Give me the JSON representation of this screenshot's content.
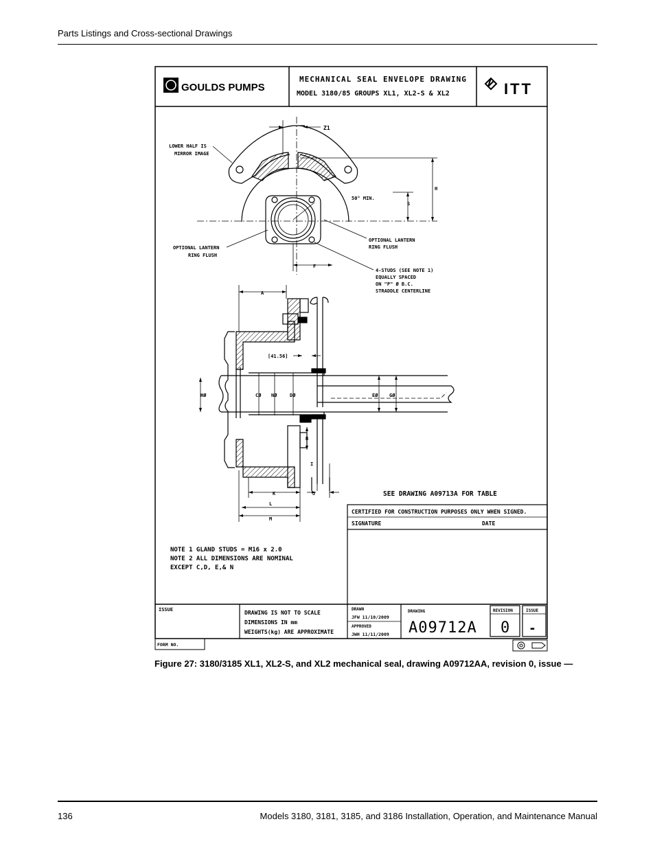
{
  "page_header": "Parts Listings and Cross-sectional Drawings",
  "page_footer": {
    "page_number": "136",
    "manual_title": "Models 3180, 3181, 3185, and 3186 Installation, Operation, and Maintenance Manual"
  },
  "caption": "Figure 27: 3180/3185 XL1, XL2-S, and XL2 mechanical seal, drawing A09712AA, revision 0, issue —",
  "drawing": {
    "title_block": {
      "company": "GOULDS PUMPS",
      "title_line1": "MECHANICAL SEAL ENVELOPE DRAWING",
      "title_line2": "MODEL 3180/85 GROUPS XL1, XL2-S & XL2",
      "brand": "ITT"
    },
    "labels": {
      "lower_half": "LOWER HALF IS",
      "mirror": "MIRROR IMAGE",
      "z1": "Z1",
      "h": "H",
      "s": "S",
      "angle": "50° MIN.",
      "lantern_left_1": "OPTIONAL LANTERN",
      "lantern_left_2": "RING FLUSH",
      "lantern_right_1": "OPTIONAL LANTERN",
      "lantern_right_2": "RING FLUSH",
      "f": "F",
      "studs_1": "4-STUDS (SEE NOTE 1)",
      "studs_2": "EQUALLY SPACED",
      "studs_3": "ON \"P\" Ø B.C.",
      "studs_4": "STRADDLE CENTERLINE",
      "a": "A",
      "dim_141": "[41.56]",
      "h_dia": "HØ",
      "c_dia": "CØ",
      "n_dia": "NØ",
      "d_dia": "DØ",
      "e_dia": "EØ",
      "g_dia": "GØ",
      "b": "B",
      "i": "I",
      "k": "K",
      "j": "J",
      "l": "L",
      "m": "M",
      "see_drawing": "SEE DRAWING A09713A FOR TABLE"
    },
    "certification": {
      "line1": "CERTIFIED FOR CONSTRUCTION PURPOSES ONLY WHEN SIGNED.",
      "signature": "SIGNATURE",
      "date": "DATE"
    },
    "notes": {
      "note1": "NOTE 1 GLAND STUDS = M16 x 2.0",
      "note2": "NOTE 2 ALL DIMENSIONS ARE NOMINAL",
      "note3": "EXCEPT C,D, E,& N"
    },
    "bottom_block": {
      "issue_label": "ISSUE",
      "scale_1": "DRAWING IS NOT TO SCALE",
      "scale_2": "DIMENSIONS IN mm",
      "scale_3": "WEIGHTS(kg) ARE APPROXIMATE",
      "drawn_label": "DRAWN",
      "drawn_value": "JFW 11/10/2009",
      "approved_label": "APPROVED",
      "approved_value": "JWH 11/11/2009",
      "drawing_label": "DRAWING",
      "drawing_number": "A09712A",
      "revision_label": "REVISION",
      "revision_value": "0",
      "issue_box_label": "ISSUE",
      "issue_value": "-",
      "form_no": "FORM NO."
    }
  }
}
